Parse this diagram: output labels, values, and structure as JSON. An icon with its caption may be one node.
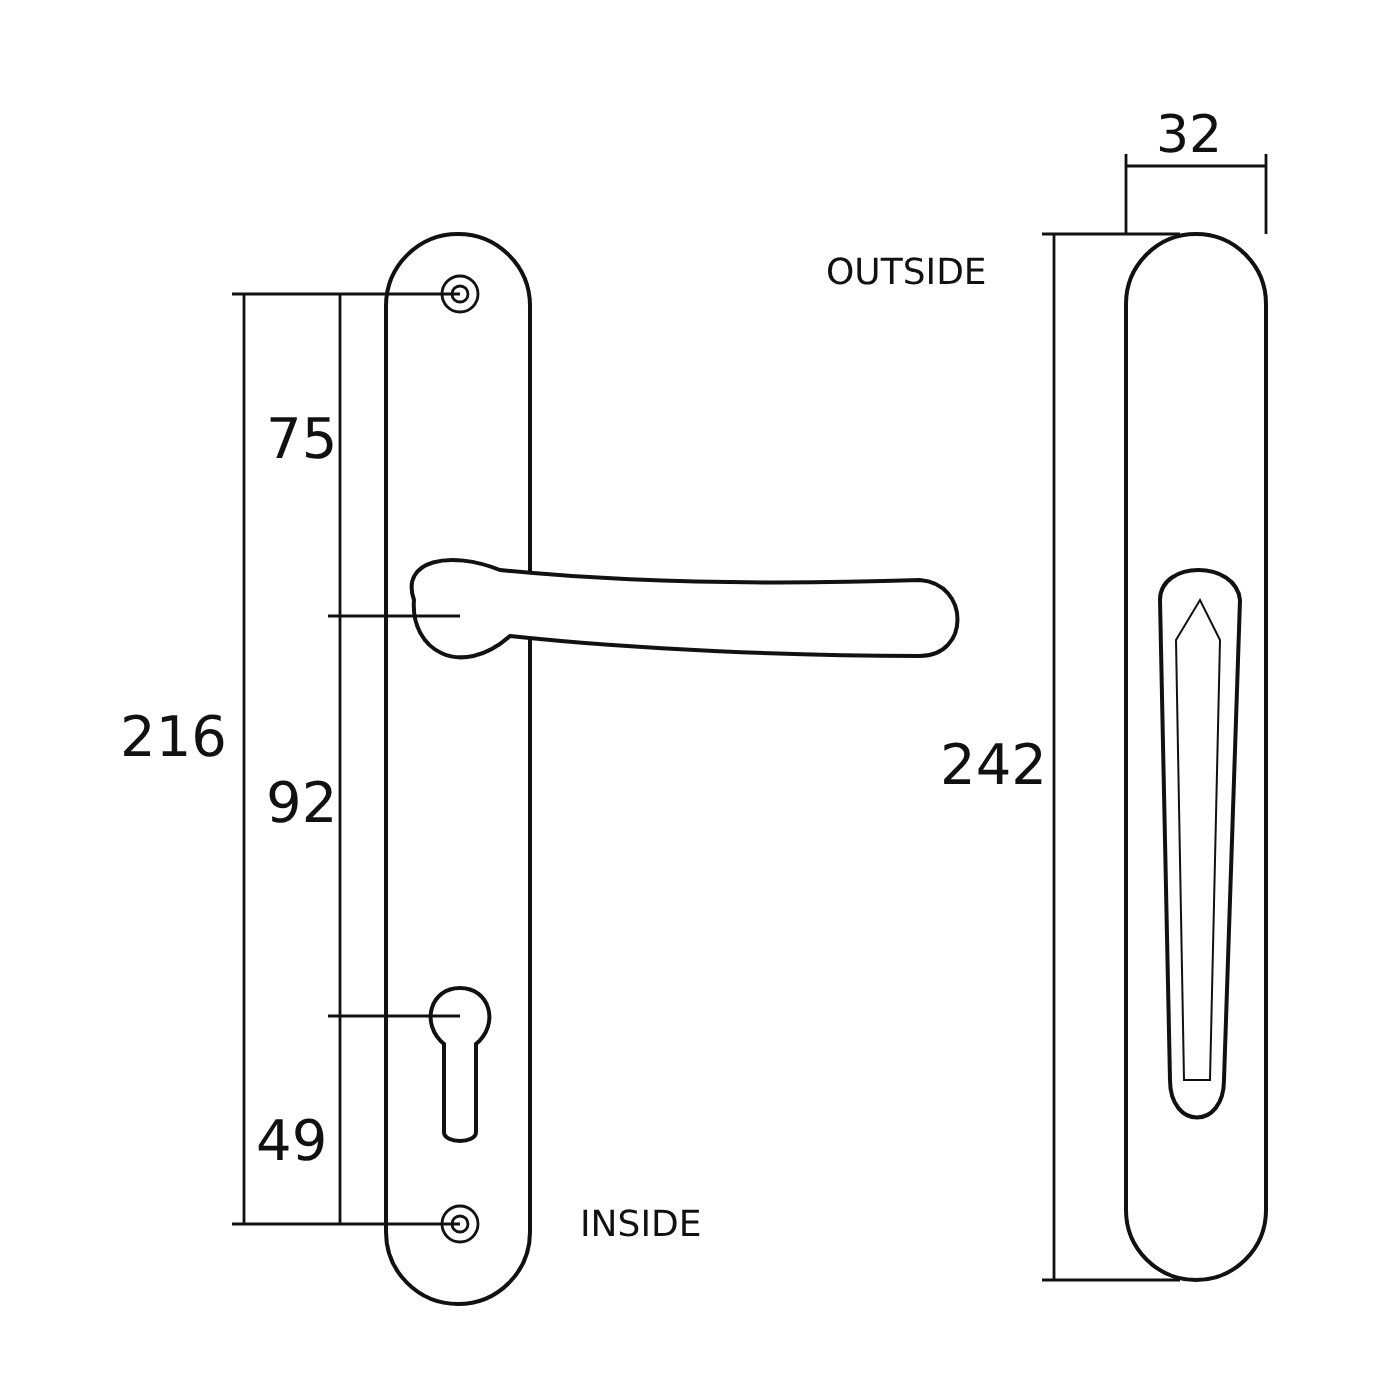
{
  "diagram": {
    "labels": [
      "32",
      "OUTSIDE",
      "75",
      "216",
      "92",
      "242",
      "49",
      "INSIDE"
    ]
  }
}
